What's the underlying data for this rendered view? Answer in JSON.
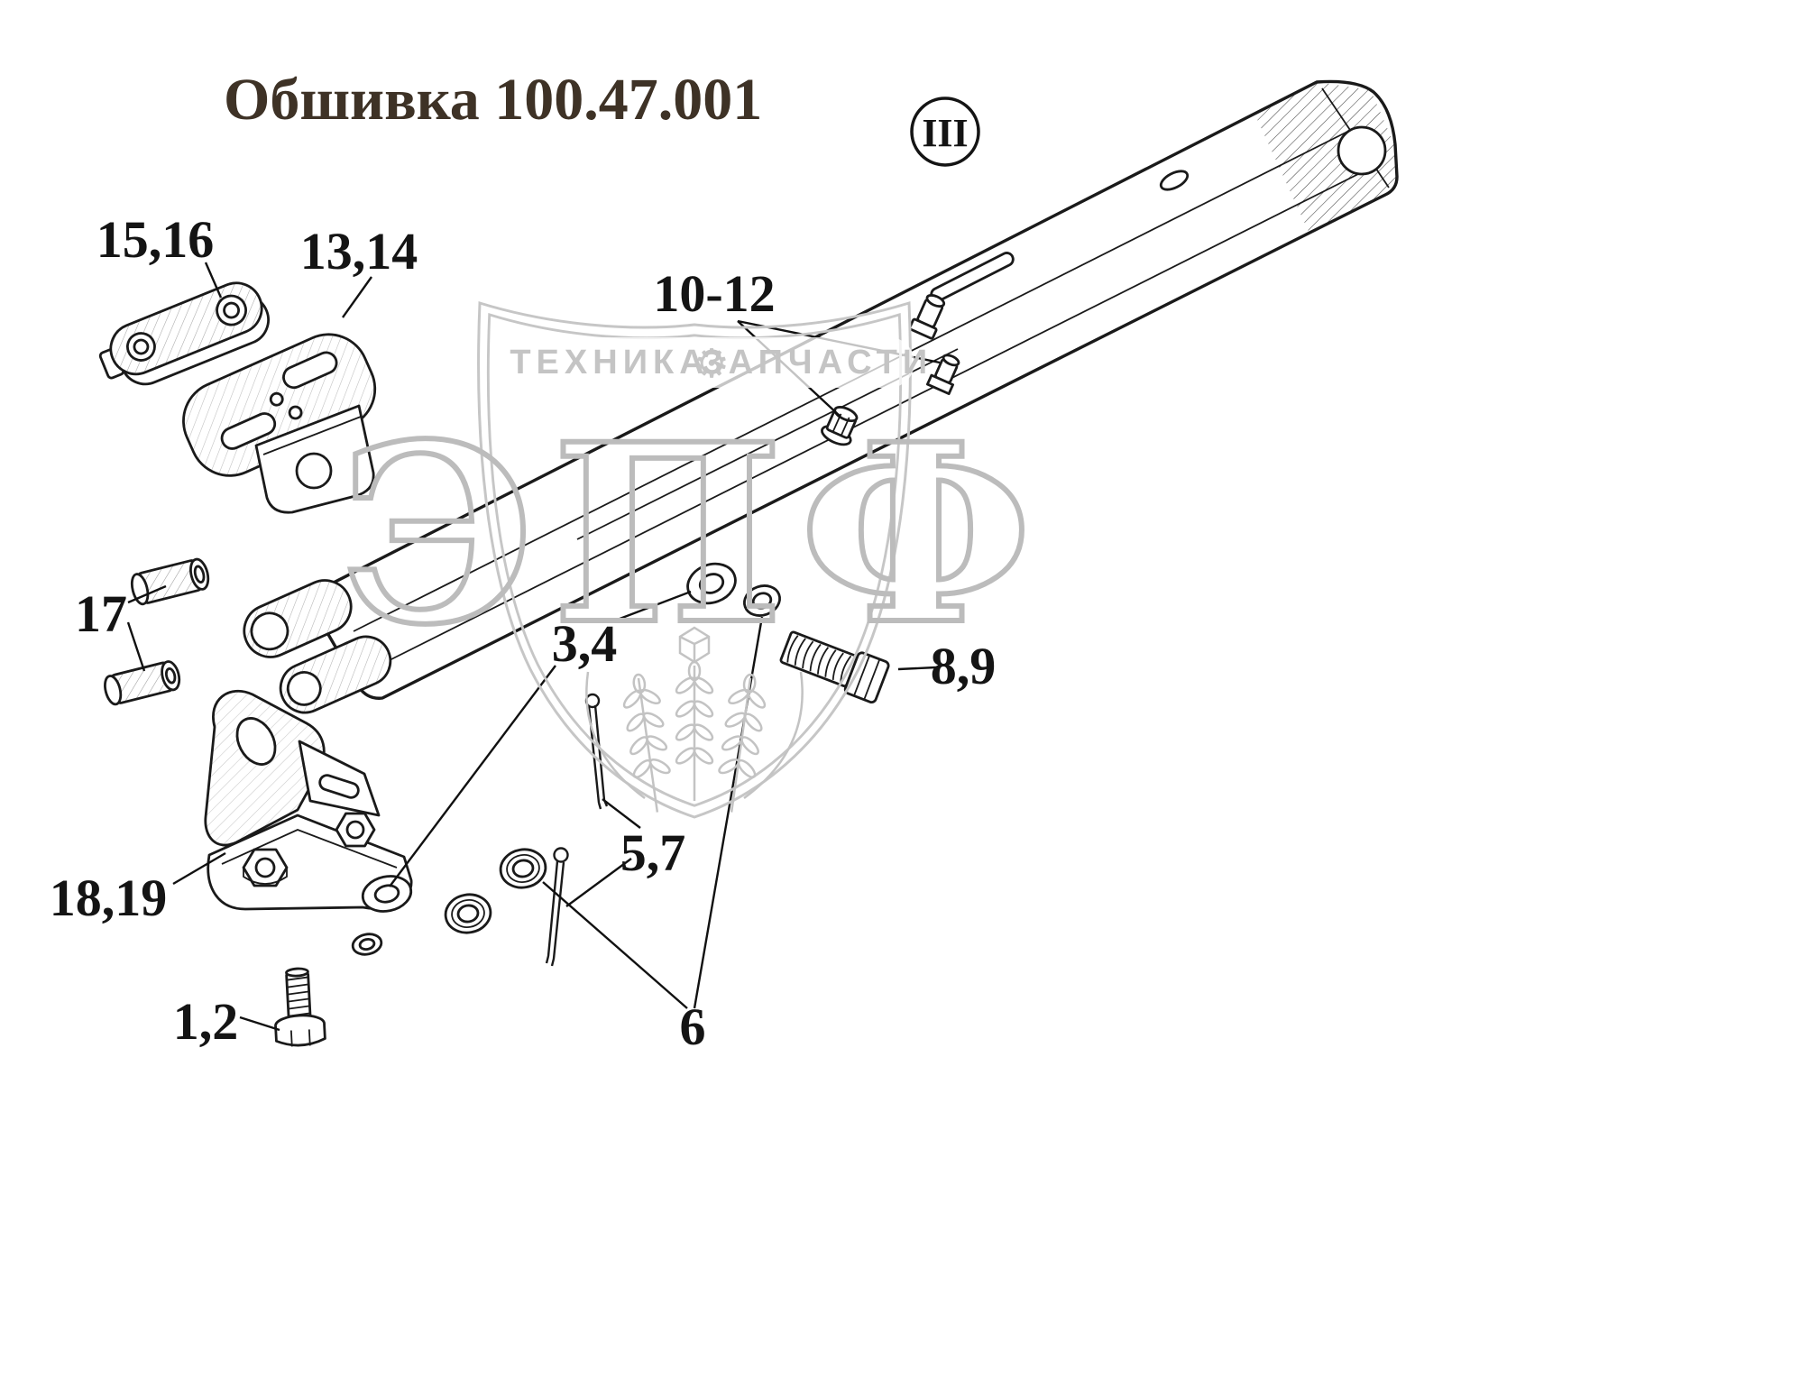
{
  "title": "Обшивка 100.47.001",
  "marker": "III",
  "labels": [
    {
      "id": "15-16",
      "text": "15,16"
    },
    {
      "id": "13-14",
      "text": "13,14"
    },
    {
      "id": "10-12",
      "text": "10-12"
    },
    {
      "id": "17",
      "text": "17"
    },
    {
      "id": "3-4",
      "text": "3,4"
    },
    {
      "id": "8-9",
      "text": "8,9"
    },
    {
      "id": "5-7",
      "text": "5,7"
    },
    {
      "id": "18-19",
      "text": "18,19"
    },
    {
      "id": "1-2",
      "text": "1,2"
    },
    {
      "id": "6",
      "text": "6"
    }
  ],
  "watermark": {
    "left_text": "ТЕХНИКА",
    "right_text": "ЗАПЧАСТИ",
    "gear_icon": "⚙",
    "big_text": "ЭПФ",
    "color": "#c4c4c4"
  },
  "colors": {
    "ink": "#1a1a1a",
    "title": "#3e3226",
    "background": "#ffffff"
  }
}
